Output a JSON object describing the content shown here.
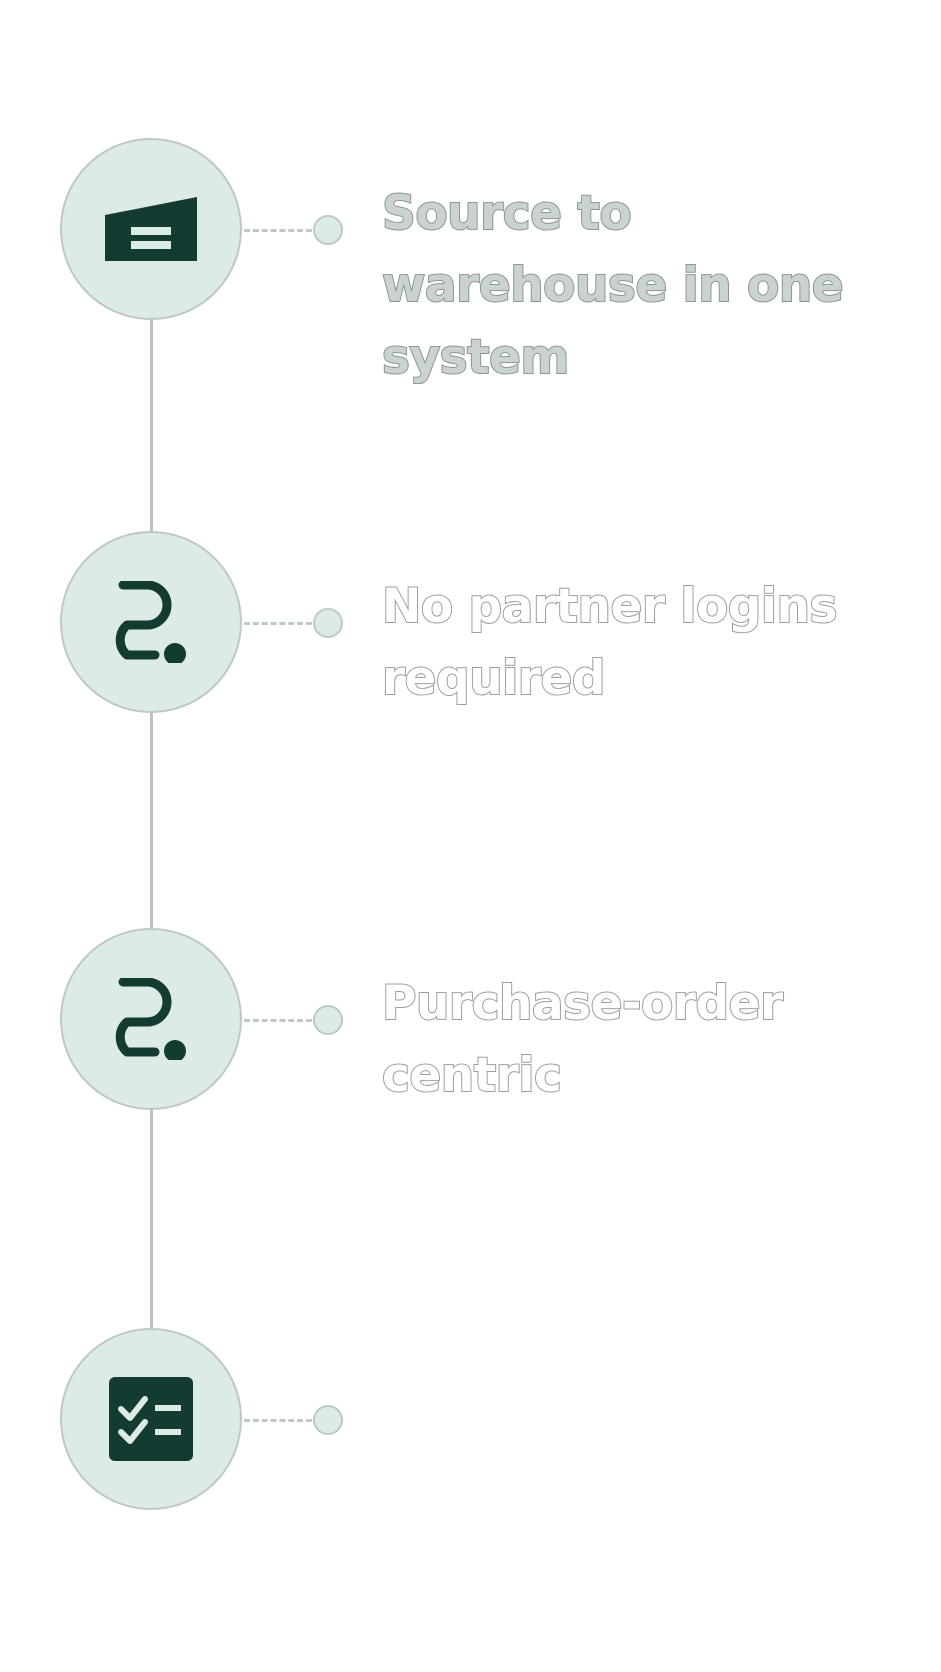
{
  "colors": {
    "node_fill": "#dcebe6",
    "node_border": "#bfc9c4",
    "icon": "#133b32",
    "spine": "#b9c2be",
    "label_outline": "#99a09d"
  },
  "steps": [
    {
      "icon": "warehouse-icon",
      "label": "Source to warehouse in one system"
    },
    {
      "icon": "route-icon",
      "label": "No partner logins required"
    },
    {
      "icon": "route-icon",
      "label": "Purchase-order centric"
    },
    {
      "icon": "checklist-icon",
      "label": ""
    }
  ]
}
